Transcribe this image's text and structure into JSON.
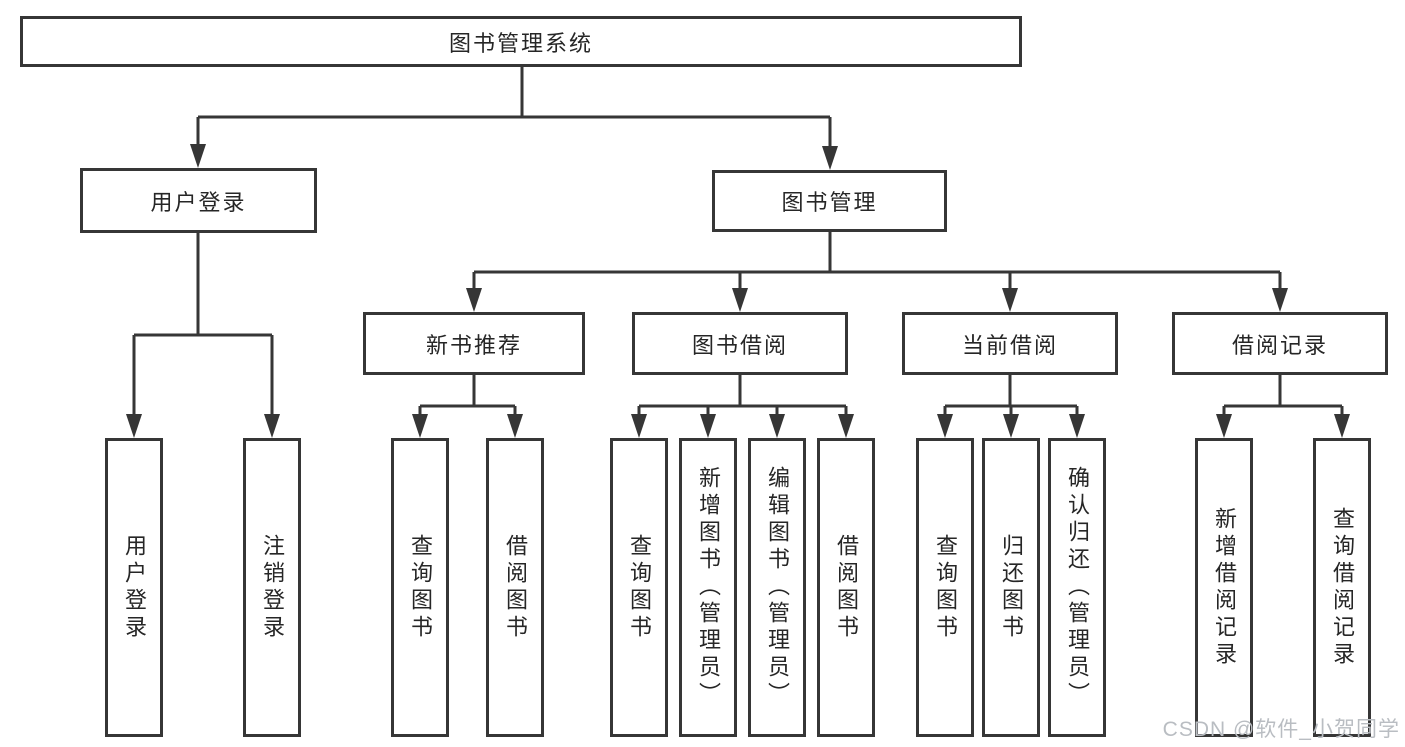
{
  "diagram": {
    "root": {
      "label": "图书管理系统"
    },
    "level2": [
      {
        "label": "用户登录"
      },
      {
        "label": "图书管理"
      }
    ],
    "level3": [
      {
        "label": "新书推荐"
      },
      {
        "label": "图书借阅"
      },
      {
        "label": "当前借阅"
      },
      {
        "label": "借阅记录"
      }
    ],
    "leaves": {
      "user_login": [
        {
          "label": "用户登录"
        },
        {
          "label": "注销登录"
        }
      ],
      "new_book": [
        {
          "label": "查询图书"
        },
        {
          "label": "借阅图书"
        }
      ],
      "book_borrow": [
        {
          "label": "查询图书"
        },
        {
          "label": "新增图书（管理员）"
        },
        {
          "label": "编辑图书（管理员）"
        },
        {
          "label": "借阅图书"
        }
      ],
      "current_borrow": [
        {
          "label": "查询图书"
        },
        {
          "label": "归还图书"
        },
        {
          "label": "确认归还（管理员）"
        }
      ],
      "borrow_record": [
        {
          "label": "新增借阅记录"
        },
        {
          "label": "查询借阅记录"
        }
      ]
    }
  },
  "watermark": {
    "text": "CSDN @软件_小贺同学"
  },
  "colors": {
    "line": "#363636",
    "text": "#262626",
    "background": "#ffffff",
    "watermark": "#b9bdc2"
  }
}
